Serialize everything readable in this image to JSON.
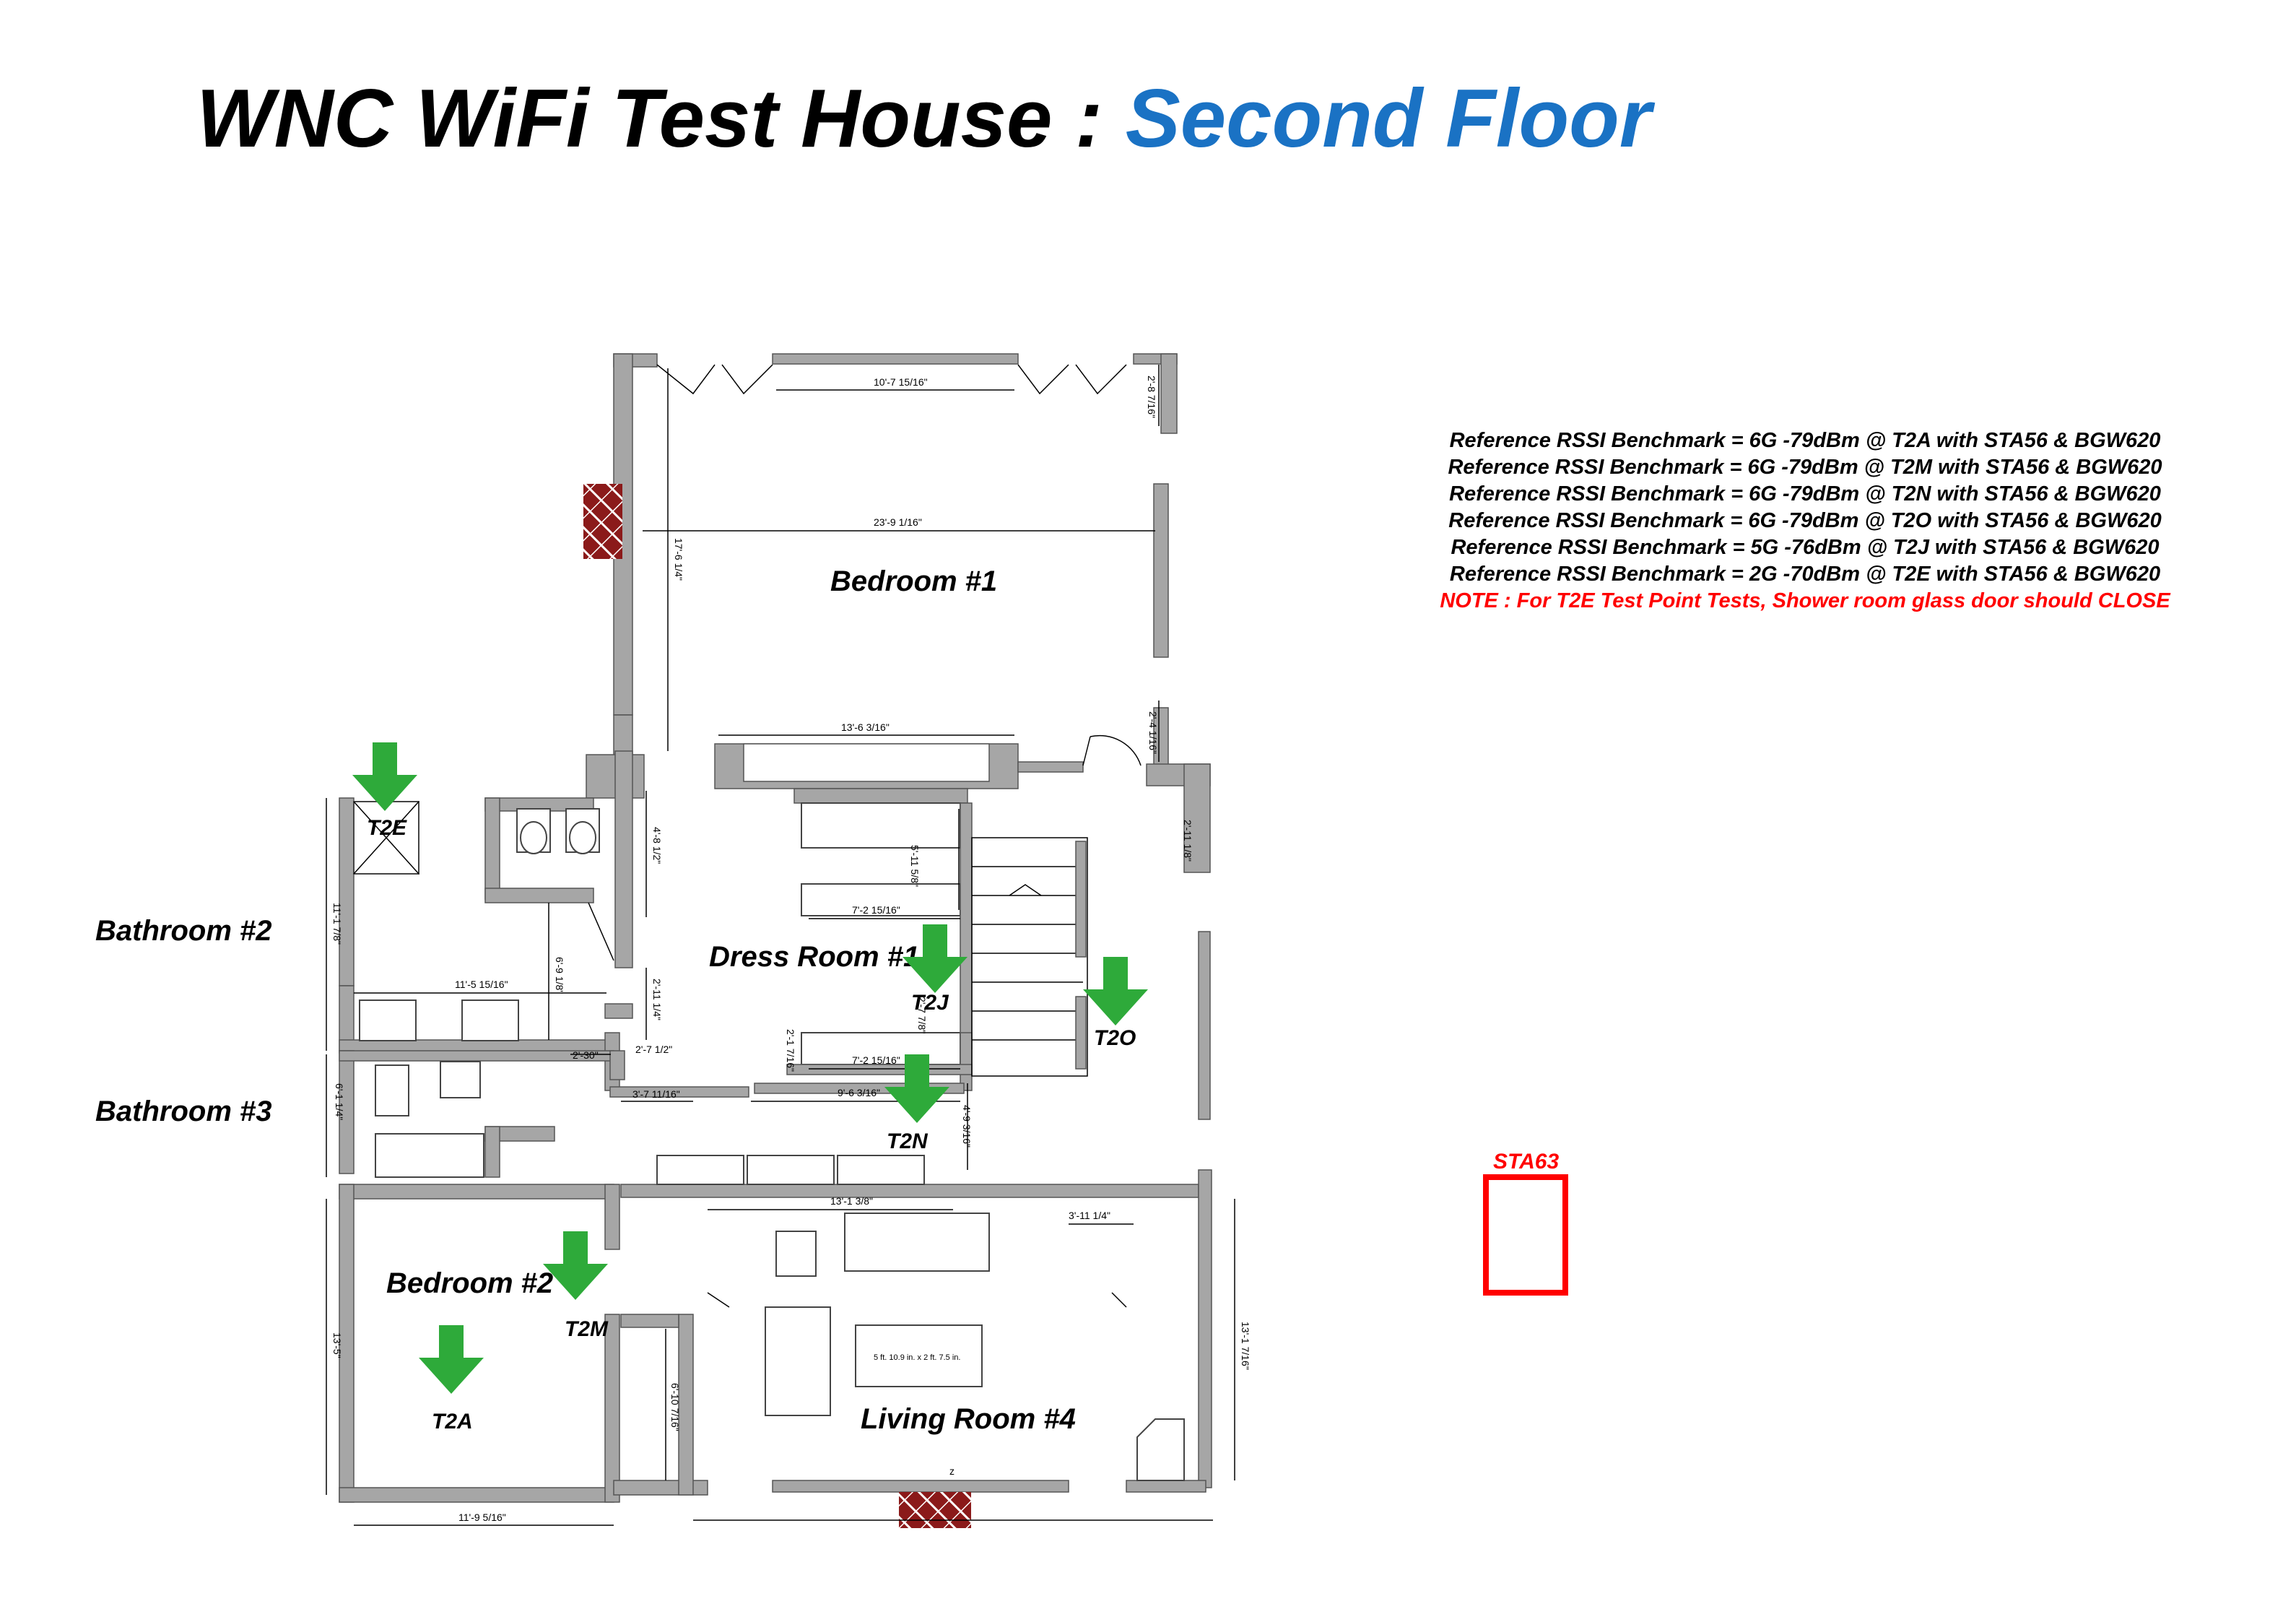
{
  "header": {
    "title_main": "WNC WiFi Test House : ",
    "title_accent": "Second Floor",
    "accent_color": "#1a72c4"
  },
  "notes": {
    "lines": [
      "Reference RSSI Benchmark = 6G -79dBm @ T2A with STA56 & BGW620",
      "Reference RSSI Benchmark = 6G -79dBm @ T2M with STA56 & BGW620",
      "Reference RSSI Benchmark = 6G -79dBm @ T2N with STA56 & BGW620",
      "Reference RSSI Benchmark = 6G -79dBm @ T2O with STA56 & BGW620",
      "Reference RSSI Benchmark = 5G -76dBm @ T2J with STA56 & BGW620",
      "Reference RSSI Benchmark = 2G -70dBm @ T2E with STA56 & BGW620"
    ],
    "warning": "NOTE : For T2E Test Point Tests, Shower room glass door should CLOSE",
    "warning_color": "#ff0000"
  },
  "rooms": {
    "bedroom1": "Bedroom #1",
    "bathroom2": "Bathroom #2",
    "dress_room1": "Dress Room #1",
    "bathroom3": "Bathroom #3",
    "bedroom2": "Bedroom #2",
    "living_room4": "Living Room #4"
  },
  "test_points": {
    "t2e": "T2E",
    "t2j": "T2J",
    "t2o": "T2O",
    "t2n": "T2N",
    "t2m": "T2M",
    "t2a": "T2A",
    "marker_color": "#2eaa3a"
  },
  "station": {
    "label": "STA63",
    "color": "#ff0000"
  },
  "dimensions": {
    "d1": "10'-7 15/16\"",
    "d2": "2'-8 7/16\"",
    "d3": "23'-9 1/16\"",
    "d4": "17'-6 1/4\"",
    "d5": "13'-6 3/16\"",
    "d6": "2'-4 1/16\"",
    "d7": "4'-8 1/2\"",
    "d8": "2'-11 1/8\"",
    "d9": "5'-11 5/8\"",
    "d10": "11'-1 7/8\"",
    "d11": "7'-2 15/16\"",
    "d12": "6'-9 1/8\"",
    "d13": "11'-5 15/16\"",
    "d14": "2'-11 1/4\"",
    "d15": "2'-30\"",
    "d16": "2'-7 1/2\"",
    "d17": "7'-2 15/16\"",
    "d18": "3'-7 11/16\"",
    "d19": "9'-6 3/16\"",
    "d20": "6'-1 1/4\"",
    "d21": "4'-9 3/16\"",
    "d22": "13'-1 3/8\"",
    "d23": "3'-11 1/4\"",
    "d24": "13'-5\"",
    "d25": "6'-10 7/16\"",
    "d26": "13'-1 7/16\"",
    "d27": "11'-9 5/16\"",
    "d28": "2'-7 7/8\"",
    "d29": "2'-1 7/16\"",
    "d30": "5 ft. 10.9 in. x 2 ft. 7.5 in.",
    "d31": "z"
  }
}
